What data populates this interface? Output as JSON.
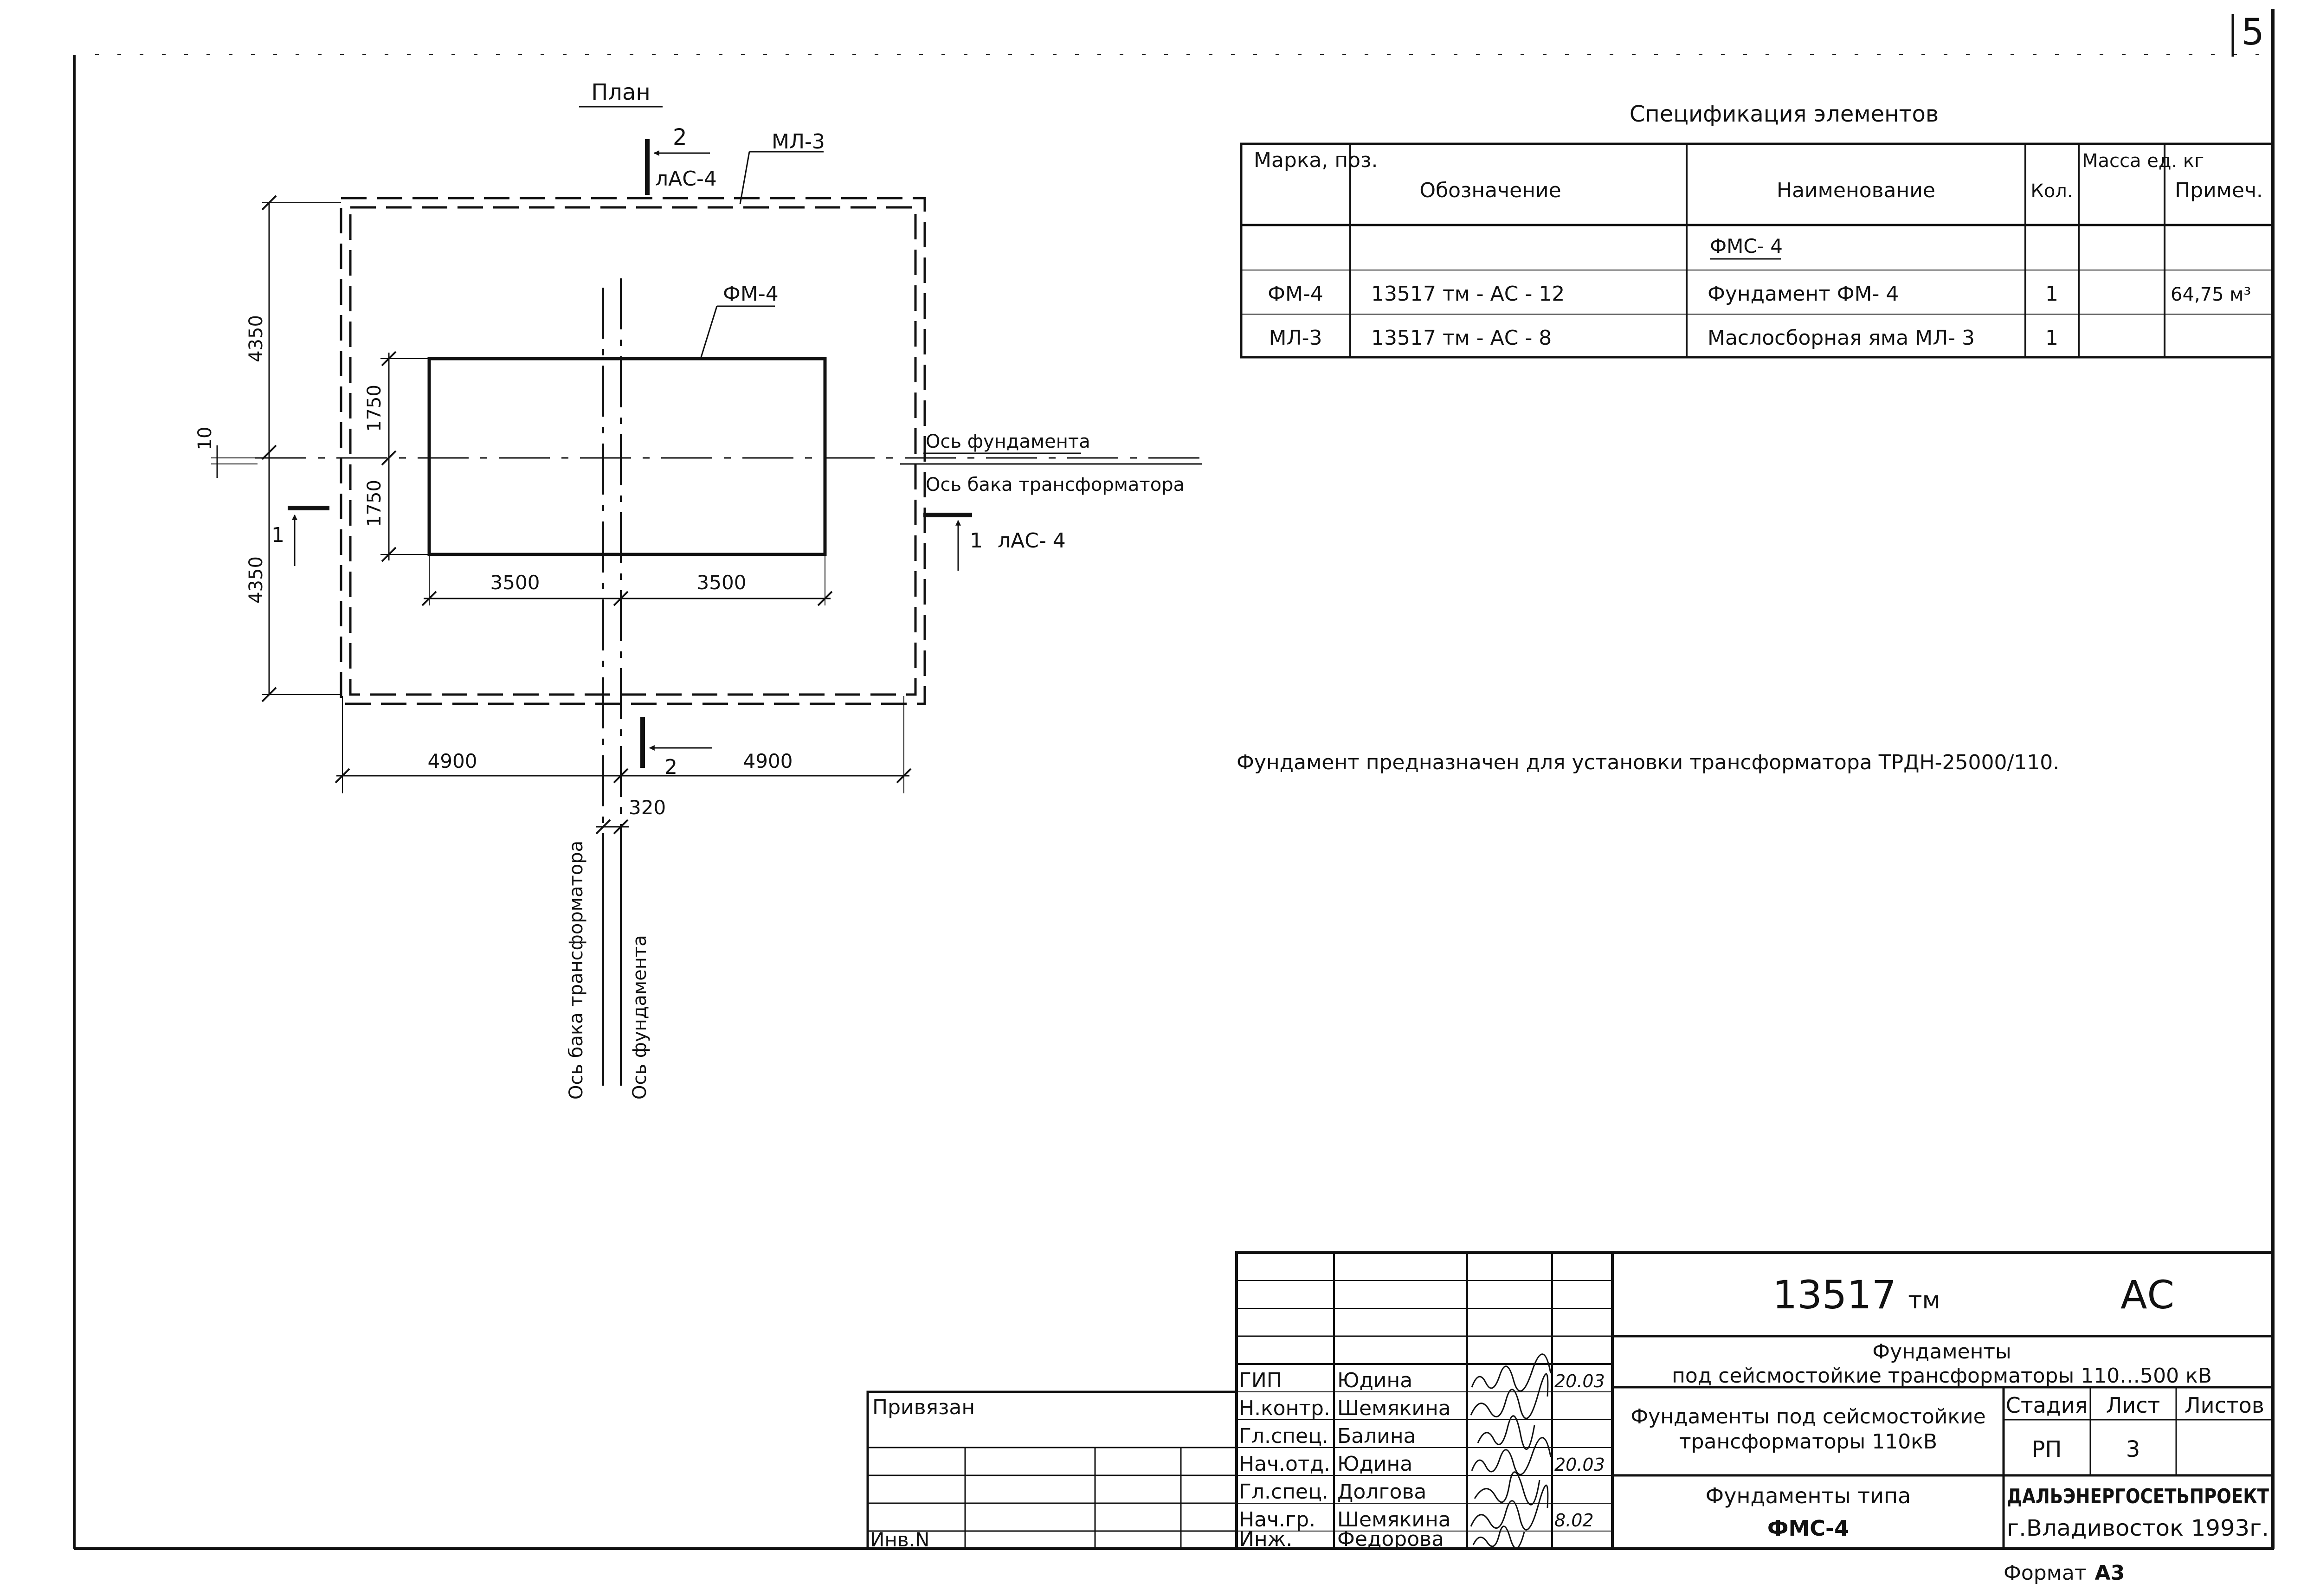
{
  "sheet": {
    "number": "5",
    "format_label": "Формат",
    "format_value": "А3"
  },
  "plan": {
    "title": "План",
    "section2": {
      "num": "2",
      "ref": "лАС-4"
    },
    "section1_left": {
      "num": "1"
    },
    "section1_right": {
      "num": "1",
      "ref": "лАС- 4"
    },
    "section2_bottom": {
      "num": "2"
    },
    "labels": {
      "pit": "МЛ-3",
      "foundation": "ФМ-4",
      "axis_foundation": "Ось фундамента",
      "axis_tank": "Ось бака трансформатора"
    },
    "dims": {
      "v_top": "4350",
      "v_bottom": "4350",
      "offset": "10",
      "half_w_top": "1750",
      "half_w_bottom": "1750",
      "len_left": "3500",
      "len_right": "3500",
      "pit_left": "4900",
      "pit_right": "4900",
      "axis_offset": "320"
    }
  },
  "spec": {
    "title": "Спецификация элементов",
    "headers": [
      "Марка, поз.",
      "Обозначение",
      "Наименование",
      "Кол.",
      "Масса ед. кг",
      "Примеч."
    ],
    "group": "ФМС- 4",
    "rows": [
      [
        "ФМ-4",
        "13517 тм - АС  -  12",
        "Фундамент  ФМ- 4",
        "1",
        "",
        "64,75 м³"
      ],
      [
        "МЛ-3",
        "13517 тм - АС  -  8",
        "Маслосборная яма МЛ- 3",
        "1",
        "",
        ""
      ]
    ]
  },
  "note": "Фундамент предназначен для установки трансформатора  ТРДН-25000/110.",
  "stamp": {
    "privyazan": "Привязан",
    "inv": "Инв.N",
    "signatures": [
      {
        "role": "ГИП",
        "name": "Юдина",
        "date": "20.03"
      },
      {
        "role": "Н.контр.",
        "name": "Шемякина",
        "date": ""
      },
      {
        "role": "Гл.спец.",
        "name": "Балина",
        "date": ""
      },
      {
        "role": "Нач.отд.",
        "name": "Юдина",
        "date": "20.03"
      },
      {
        "role": "Гл.спец.",
        "name": "Долгова",
        "date": ""
      },
      {
        "role": "Нач.гр.",
        "name": "Шемякина",
        "date": "8.02"
      },
      {
        "role": "Инж.",
        "name": "Федорова",
        "date": ""
      }
    ],
    "code": "13517",
    "code_suffix": "тм",
    "mark": "АС",
    "project_line1": "Фундаменты",
    "project_line2": "под сейсмостойкие трансформаторы 110…500 кВ",
    "object_line1": "Фундаменты под сейсмостойкие",
    "object_line2": "трансформаторы 110кВ",
    "stage_label": "Стадия",
    "sheet_label": "Лист",
    "sheets_label": "Листов",
    "stage": "РП",
    "sheet": "3",
    "sheets": "",
    "drawing_line1": "Фундаменты типа",
    "drawing_line2": "ФМС-4",
    "org": "ДАЛЬЭНЕРГОСЕТЬПРОЕКТ",
    "city": "г.Владивосток  1993г."
  }
}
